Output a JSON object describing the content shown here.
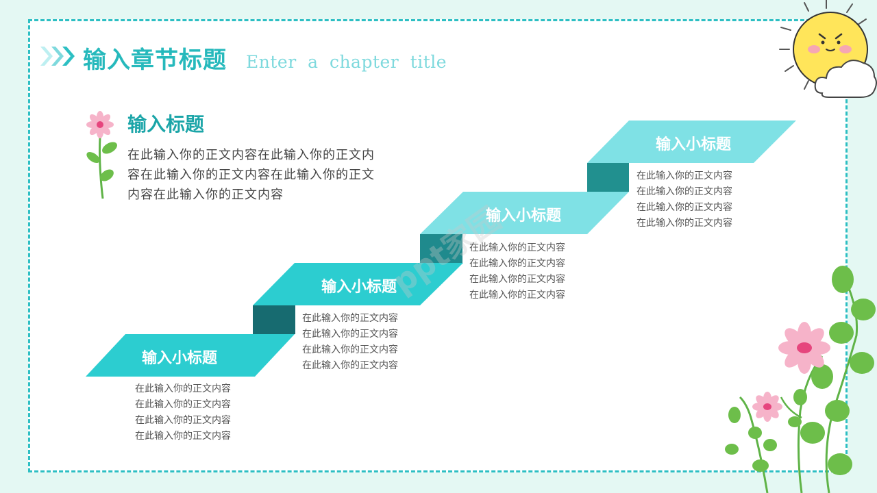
{
  "header": {
    "title_cn": "输入章节标题",
    "title_en": "Enter a chapter title"
  },
  "intro": {
    "title": "输入标题",
    "body": "在此输入你的正文内容在此输入你的正文内容在此输入你的正文内容在此输入你的正文内容在此输入你的正文内容"
  },
  "steps": [
    {
      "label": "输入小标题",
      "lines": [
        "在此输入你的正文内容",
        "在此输入你的正文内容",
        "在此输入你的正文内容",
        "在此输入你的正文内容"
      ]
    },
    {
      "label": "输入小标题",
      "lines": [
        "在此输入你的正文内容",
        "在此输入你的正文内容",
        "在此输入你的正文内容",
        "在此输入你的正文内容"
      ]
    },
    {
      "label": "输入小标题",
      "lines": [
        "在此输入你的正文内容",
        "在此输入你的正文内容",
        "在此输入你的正文内容",
        "在此输入你的正文内容"
      ]
    },
    {
      "label": "输入小标题",
      "lines": [
        "在此输入你的正文内容",
        "在此输入你的正文内容",
        "在此输入你的正文内容",
        "在此输入你的正文内容"
      ]
    }
  ],
  "colors": {
    "background": "#e4f8f3",
    "frame": "#2dbfc3",
    "step_dark": "#2ccdd0",
    "step_light": "#7fe1e5",
    "riser": "#176b70",
    "title": "#26b9bc"
  },
  "icons": [
    "chevron-right-icon",
    "sun-icon",
    "cloud-icon",
    "flower-icon",
    "vine-icon"
  ],
  "watermark": "ppt家园"
}
